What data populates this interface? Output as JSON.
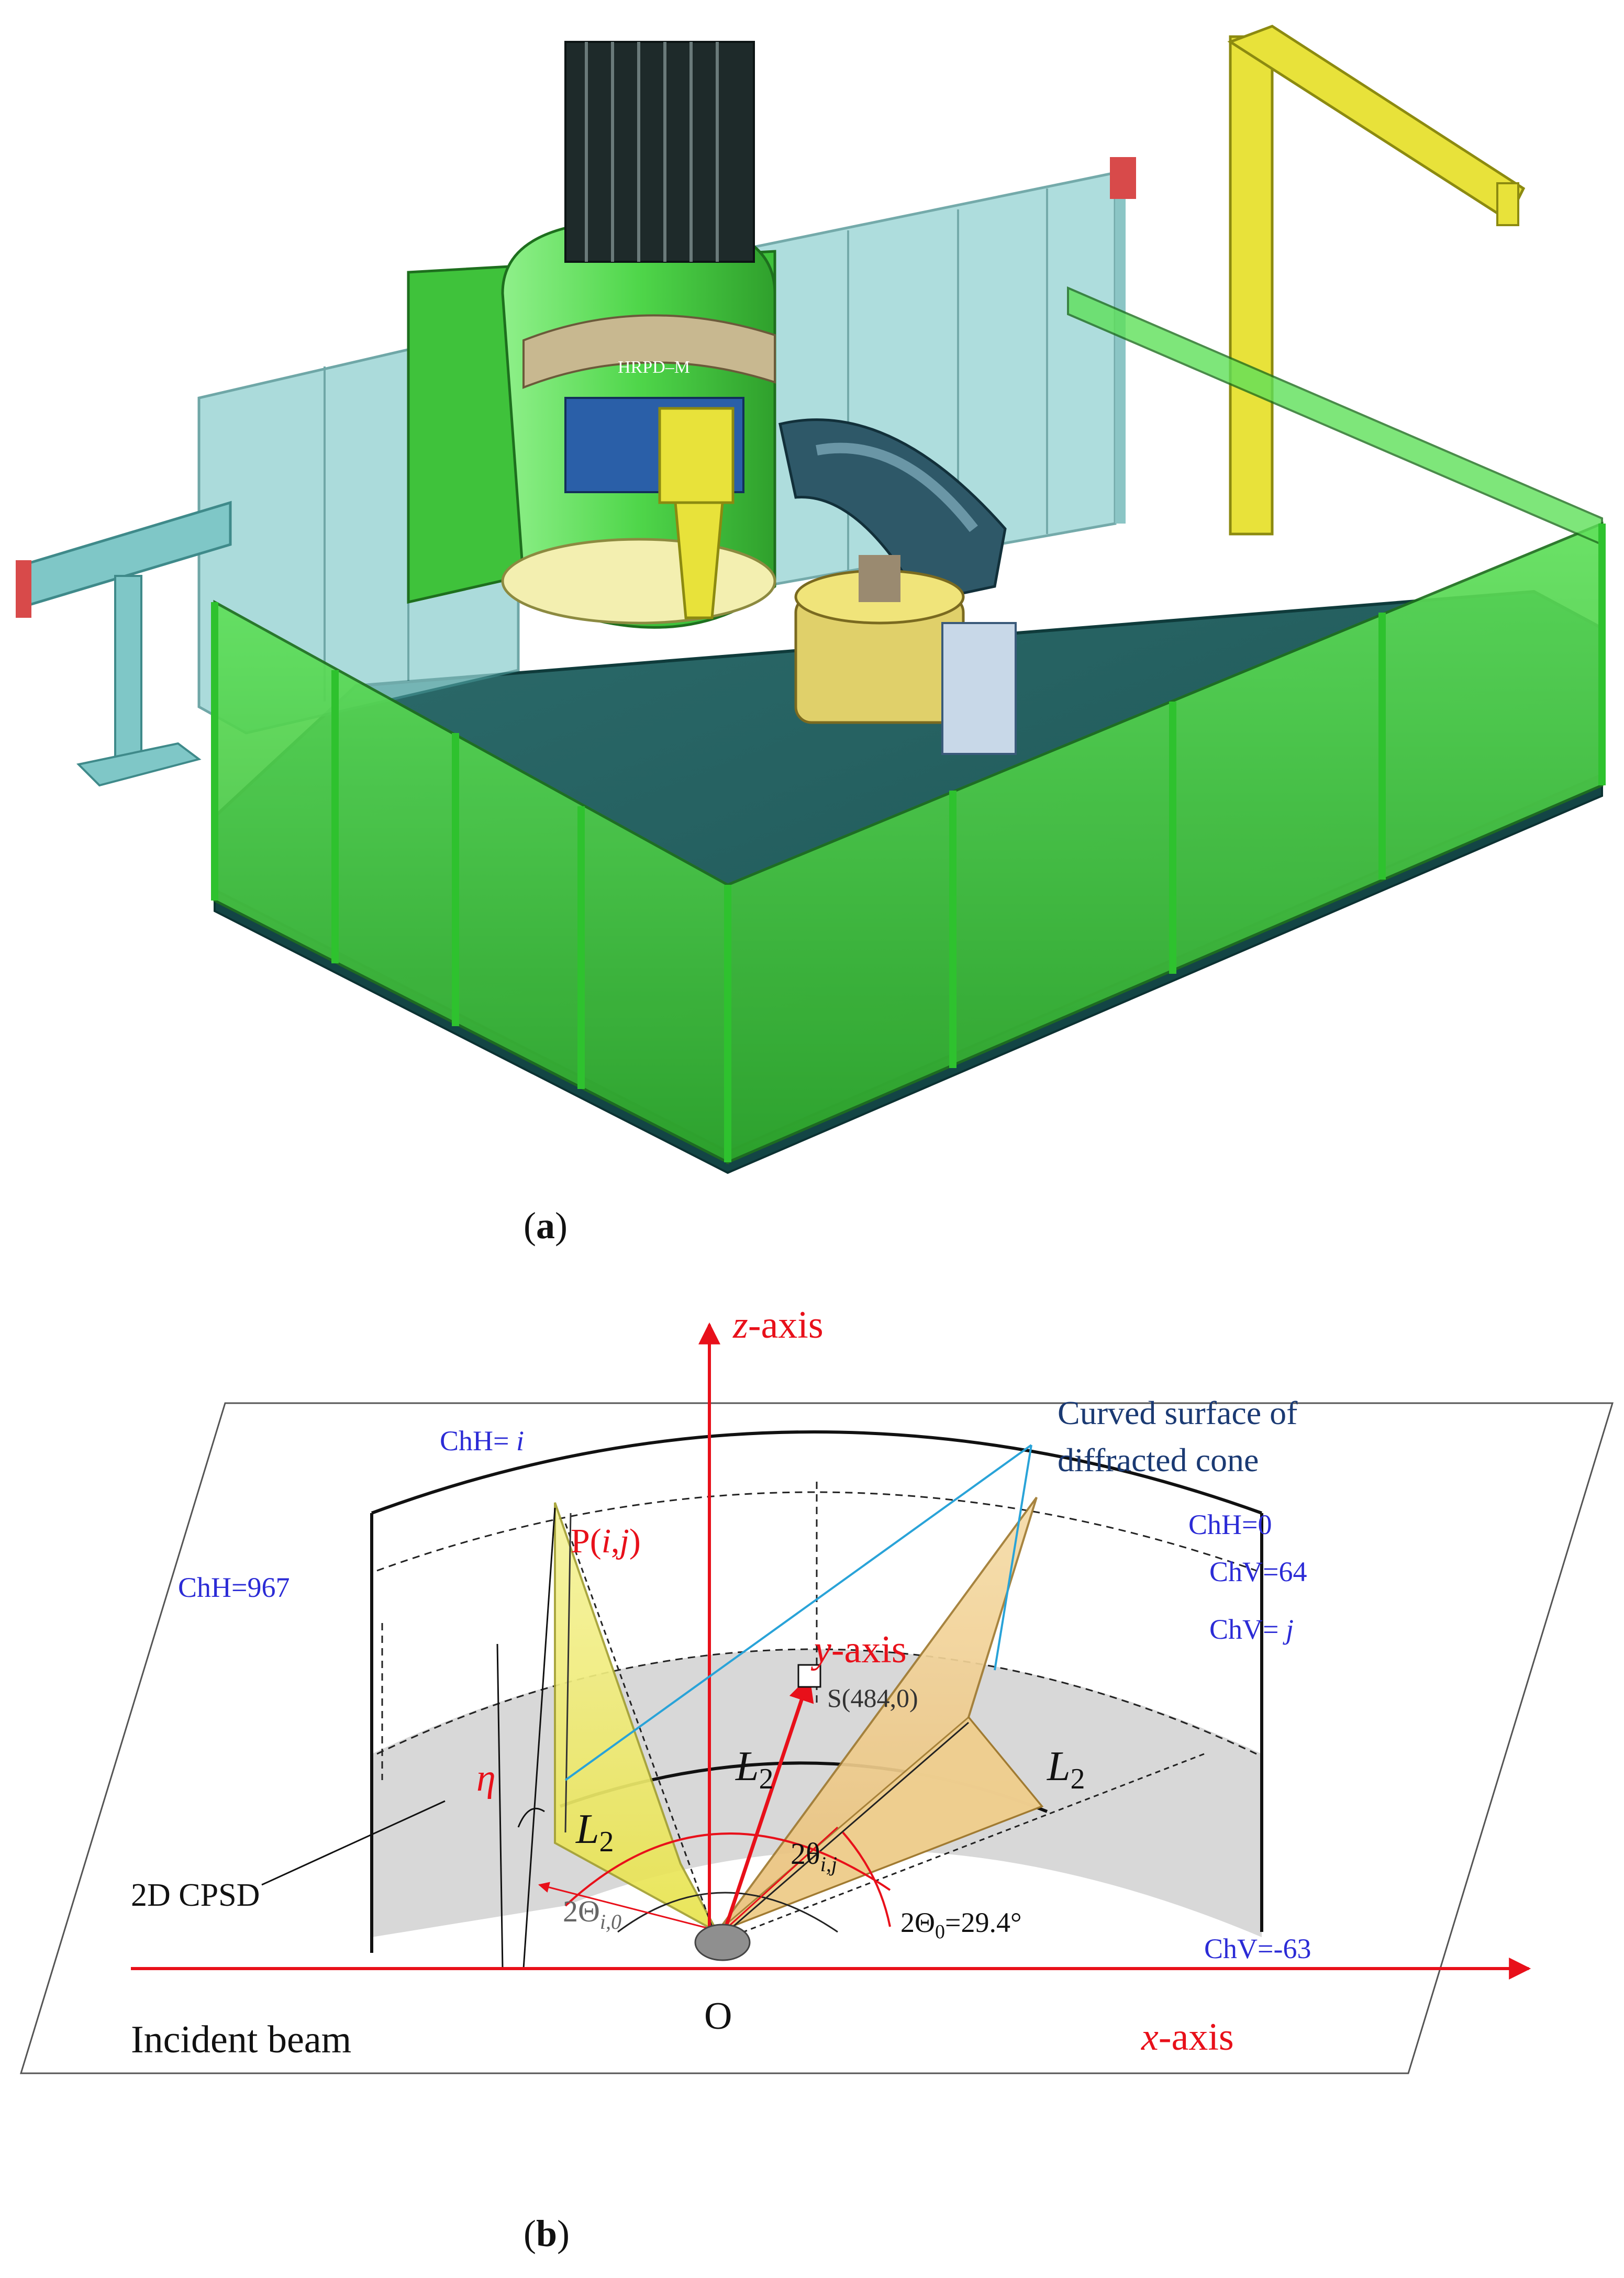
{
  "panel_a": {
    "caption_open": "(",
    "caption_letter": "a",
    "caption_close": ")",
    "machine_label": "HRPD–M"
  },
  "panel_b": {
    "caption_open": "(",
    "caption_letter": "b",
    "caption_close": ")",
    "z_axis_italic": "z",
    "z_axis_suffix": "-axis",
    "y_axis_italic": "y",
    "y_axis_suffix": "-axis",
    "x_axis_italic": "x",
    "x_axis_suffix": "-axis",
    "origin": "O",
    "incident_beam": "Incident beam",
    "detector": "2D CPSD",
    "cone_callout_line1": "Curved surface of",
    "cone_callout_line2": "diffracted cone",
    "chh_i_prefix": "ChH= ",
    "chh_i_italic": "i",
    "chh_967": "ChH=967",
    "chh_0": "ChH=0",
    "chv_64": "ChV=64",
    "chv_j_prefix": "ChV= ",
    "chv_j_italic": "j",
    "chv_m63": "ChV=-63",
    "point_p_prefix": "P(",
    "point_p_i": "i",
    "point_p_sep": ",",
    "point_p_j": "j",
    "point_p_suffix": ")",
    "point_s": "S(484,0)",
    "eta": "η",
    "l2_symbol": "L",
    "l2_sub": "2",
    "two_theta_ij": "2θ",
    "two_theta_ij_sub": "i,j",
    "two_Theta_i0": "2Θ",
    "two_Theta_i0_sub": "i,0",
    "two_Theta_0": "2Θ",
    "two_Theta_0_sub": "0",
    "two_Theta_0_value": "=29.4°"
  },
  "colors": {
    "axis_red": "#e8101a",
    "channel_blue": "#2b2bd6",
    "callout_cyan": "#29a3d8",
    "floor_teal": "#1f5f5f",
    "fence_green": "#2ec22e",
    "shield_cyan": "#7fc7c7",
    "crane_yellow": "#e8e23a",
    "cone_yellow": "#f3ef7a",
    "cone_orange": "#f0c27a",
    "detector_gray": "#d8d8d8"
  }
}
